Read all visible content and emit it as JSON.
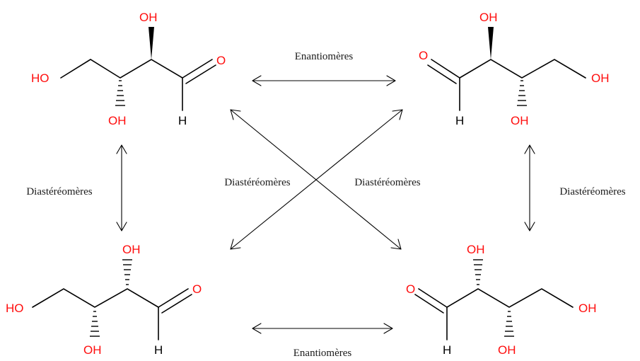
{
  "atoms": {
    "oxygen": "O",
    "hydroxyl": "OH",
    "hydroxyl_left": "HO",
    "hydrogen": "H"
  },
  "relations": {
    "enantiomers": "Enantiomères",
    "diastereomers": "Diastéréomères"
  },
  "colors": {
    "heteroatom": "#ff0d0d",
    "bond": "#000000",
    "text": "#1a1a1a"
  }
}
